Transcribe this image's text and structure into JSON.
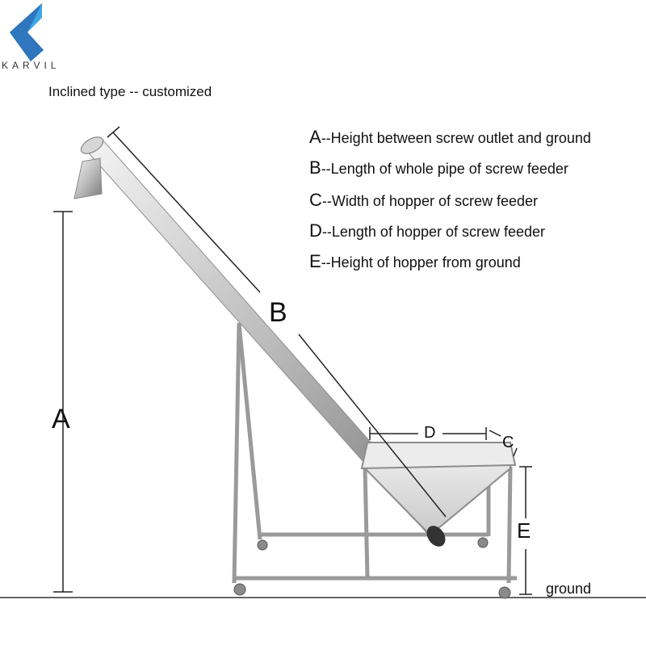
{
  "logo": {
    "text": "KARVIL",
    "icon": "karvil-chevron-logo",
    "colors": [
      "#2c6db5",
      "#3fa6e6"
    ]
  },
  "subtitle": "Inclined type -- customized",
  "legend": [
    {
      "key": "A",
      "desc": "--Height between screw outlet and ground"
    },
    {
      "key": "B",
      "desc": "--Length of whole pipe of screw feeder"
    },
    {
      "key": "C",
      "desc": "--Width of hopper of screw feeder"
    },
    {
      "key": "D",
      "desc": "--Length of hopper of screw feeder"
    },
    {
      "key": "E",
      "desc": "--Height of hopper from ground"
    }
  ],
  "dimensions": {
    "a": "A",
    "b": "B",
    "c": "C",
    "d": "D",
    "e": "E"
  },
  "ground": "ground"
}
